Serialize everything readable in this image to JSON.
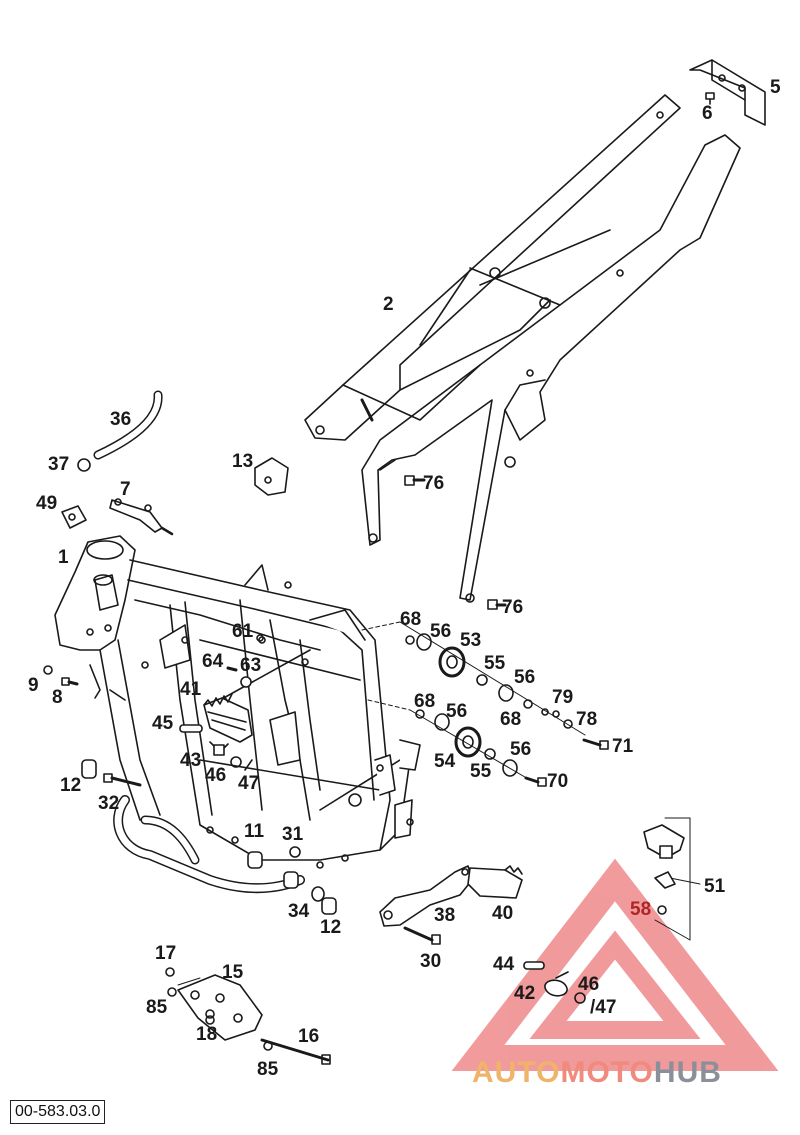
{
  "diagram": {
    "drawing_code": "00-583.03.0",
    "callouts": [
      {
        "id": "c5",
        "text": "5"
      },
      {
        "id": "c6",
        "text": "6"
      },
      {
        "id": "c2",
        "text": "2"
      },
      {
        "id": "c36",
        "text": "36"
      },
      {
        "id": "c37",
        "text": "37"
      },
      {
        "id": "c13",
        "text": "13"
      },
      {
        "id": "c76a",
        "text": "76"
      },
      {
        "id": "c7",
        "text": "7"
      },
      {
        "id": "c49",
        "text": "49"
      },
      {
        "id": "c1",
        "text": "1"
      },
      {
        "id": "c76b",
        "text": "76"
      },
      {
        "id": "c68a",
        "text": "68"
      },
      {
        "id": "c56a",
        "text": "56"
      },
      {
        "id": "c53",
        "text": "53"
      },
      {
        "id": "c61",
        "text": "61"
      },
      {
        "id": "c64",
        "text": "64"
      },
      {
        "id": "c63",
        "text": "63"
      },
      {
        "id": "c55a",
        "text": "55"
      },
      {
        "id": "c56b",
        "text": "56"
      },
      {
        "id": "c9",
        "text": "9"
      },
      {
        "id": "c8",
        "text": "8"
      },
      {
        "id": "c41",
        "text": "41"
      },
      {
        "id": "c79",
        "text": "79"
      },
      {
        "id": "c68b",
        "text": "68"
      },
      {
        "id": "c56c",
        "text": "56"
      },
      {
        "id": "c68c",
        "text": "68"
      },
      {
        "id": "c78",
        "text": "78"
      },
      {
        "id": "c45",
        "text": "45"
      },
      {
        "id": "c71",
        "text": "71"
      },
      {
        "id": "c43",
        "text": "43"
      },
      {
        "id": "c46a",
        "text": "46"
      },
      {
        "id": "c47a",
        "text": "47"
      },
      {
        "id": "c54",
        "text": "54"
      },
      {
        "id": "c55b",
        "text": "55"
      },
      {
        "id": "c56d",
        "text": "56"
      },
      {
        "id": "c70",
        "text": "70"
      },
      {
        "id": "c12a",
        "text": "12"
      },
      {
        "id": "c32",
        "text": "32"
      },
      {
        "id": "c11",
        "text": "11"
      },
      {
        "id": "c31",
        "text": "31"
      },
      {
        "id": "c51",
        "text": "51"
      },
      {
        "id": "c58",
        "text": "58"
      },
      {
        "id": "c34",
        "text": "34"
      },
      {
        "id": "c12b",
        "text": "12"
      },
      {
        "id": "c38",
        "text": "38"
      },
      {
        "id": "c40",
        "text": "40"
      },
      {
        "id": "c30",
        "text": "30"
      },
      {
        "id": "c17",
        "text": "17"
      },
      {
        "id": "c15",
        "text": "15"
      },
      {
        "id": "c44",
        "text": "44"
      },
      {
        "id": "c42",
        "text": "42"
      },
      {
        "id": "c46b",
        "text": "46"
      },
      {
        "id": "c85a",
        "text": "85"
      },
      {
        "id": "c47b",
        "text": "/47"
      },
      {
        "id": "c18",
        "text": "18"
      },
      {
        "id": "c16",
        "text": "16"
      },
      {
        "id": "c85b",
        "text": "85"
      }
    ]
  },
  "watermark": {
    "part1": "AUTO",
    "part2": "MOTO",
    "part3": "HUB",
    "color_orange": "#f0b36a",
    "color_red": "#e5484d",
    "color_gray": "#8a8f99"
  }
}
